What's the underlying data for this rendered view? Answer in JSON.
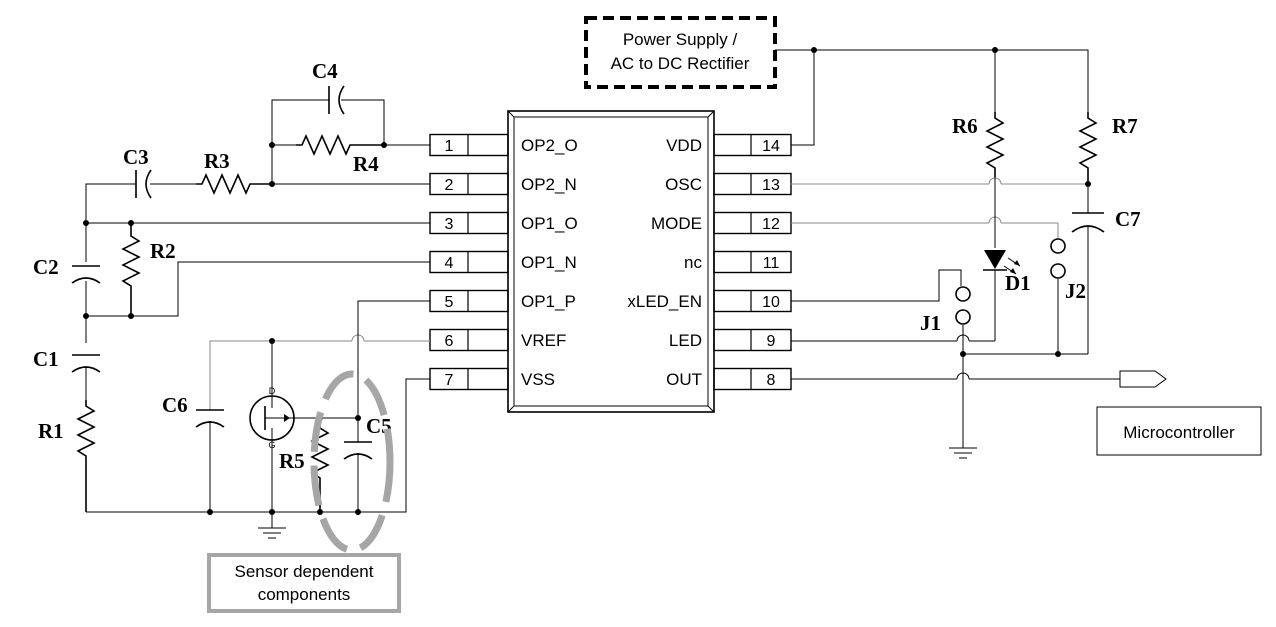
{
  "ic": {
    "left_pins": [
      {
        "num": "1",
        "name": "OP2_O"
      },
      {
        "num": "2",
        "name": "OP2_N"
      },
      {
        "num": "3",
        "name": "OP1_O"
      },
      {
        "num": "4",
        "name": "OP1_N"
      },
      {
        "num": "5",
        "name": "OP1_P"
      },
      {
        "num": "6",
        "name": "VREF"
      },
      {
        "num": "7",
        "name": "VSS"
      }
    ],
    "right_pins": [
      {
        "num": "14",
        "name": "VDD"
      },
      {
        "num": "13",
        "name": "OSC"
      },
      {
        "num": "12",
        "name": "MODE"
      },
      {
        "num": "11",
        "name": "nc"
      },
      {
        "num": "10",
        "name": "xLED_EN"
      },
      {
        "num": "9",
        "name": "LED"
      },
      {
        "num": "8",
        "name": "OUT"
      }
    ]
  },
  "components": {
    "C1": "C1",
    "C2": "C2",
    "C3": "C3",
    "C4": "C4",
    "C5": "C5",
    "C6": "C6",
    "C7": "C7",
    "R1": "R1",
    "R2": "R2",
    "R3": "R3",
    "R4": "R4",
    "R5": "R5",
    "R6": "R6",
    "R7": "R7",
    "D1": "D1",
    "J1": "J1",
    "J2": "J2"
  },
  "sensor": {
    "pin_d": "D",
    "pin_g": "G"
  },
  "boxes": {
    "power_line1": "Power Supply /",
    "power_line2": "AC to DC Rectifier",
    "micro": "Microcontroller",
    "sensor_line1": "Sensor dependent",
    "sensor_line2": "components"
  },
  "colors": {
    "wire": "#000000",
    "gray_wire": "#8a8a8a",
    "highlight": "#a6a6a6"
  }
}
